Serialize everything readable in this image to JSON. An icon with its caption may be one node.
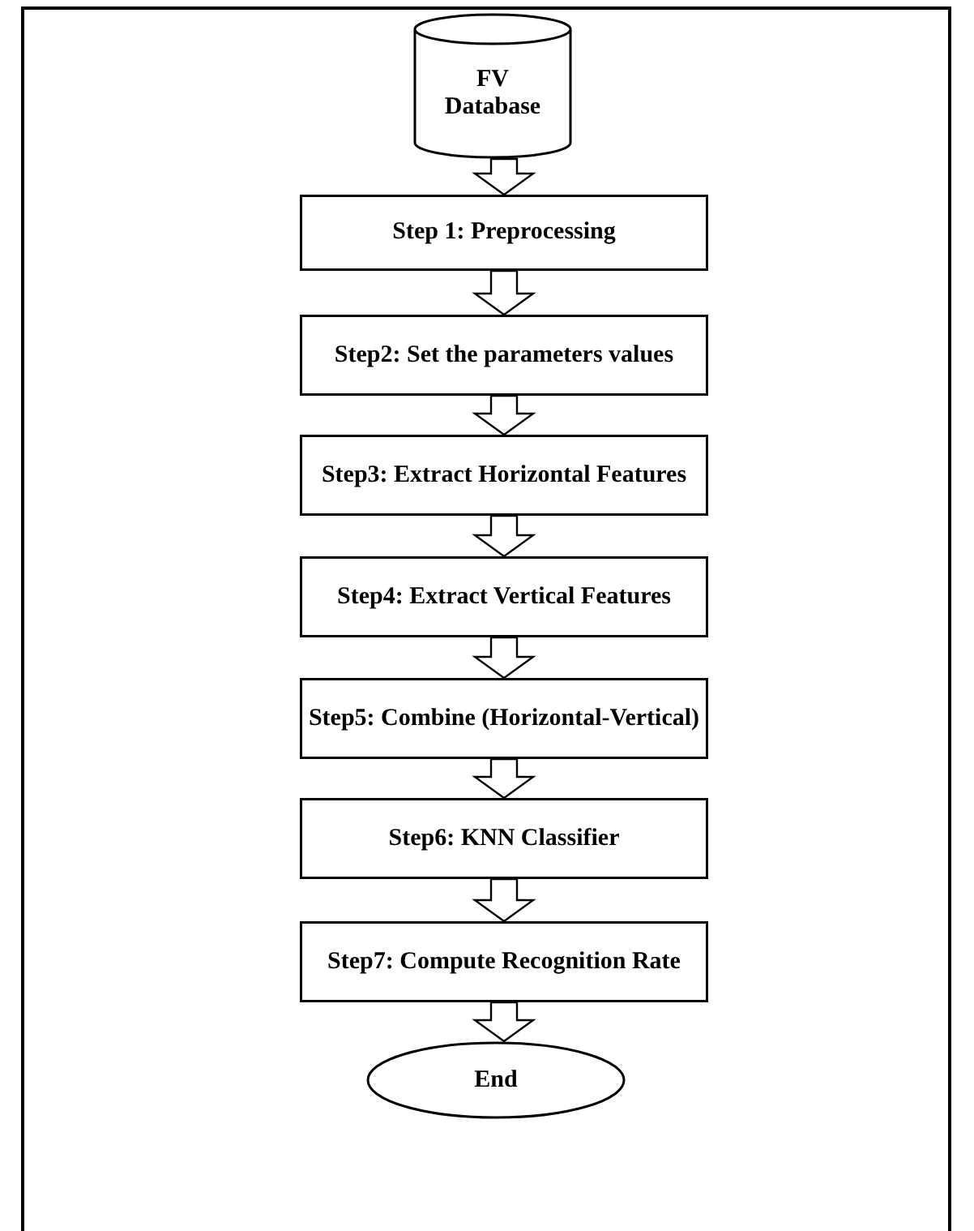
{
  "diagram": {
    "nodes": [
      {
        "text": [
          "FV Database"
        ]
      },
      {
        "text": [
          "Step 1: Preprocessing"
        ]
      },
      {
        "text": [
          "Step2: Set the parameters values"
        ]
      },
      {
        "text": [
          "Step3: Extract Horizontal Features"
        ]
      },
      {
        "text": [
          "Step4: Extract Vertical Features"
        ]
      },
      {
        "text": [
          "Step5: Combine (Horizontal-Vertical)"
        ]
      },
      {
        "text": [
          "Step6: KNN Classifier"
        ]
      },
      {
        "text": [
          "Step7: Compute Recognition Rate"
        ]
      },
      {
        "text": [
          "End"
        ]
      }
    ],
    "edges": [
      {
        "from": 0,
        "to": 1,
        "arrow": "to"
      },
      {
        "from": 1,
        "to": 2,
        "arrow": "to"
      },
      {
        "from": 2,
        "to": 3,
        "arrow": "to"
      },
      {
        "from": 3,
        "to": 4,
        "arrow": "to"
      },
      {
        "from": 4,
        "to": 5,
        "arrow": "to"
      },
      {
        "from": 5,
        "to": 6,
        "arrow": "to"
      },
      {
        "from": 6,
        "to": 7,
        "arrow": "to"
      },
      {
        "from": 7,
        "to": 8,
        "arrow": "to"
      }
    ]
  }
}
